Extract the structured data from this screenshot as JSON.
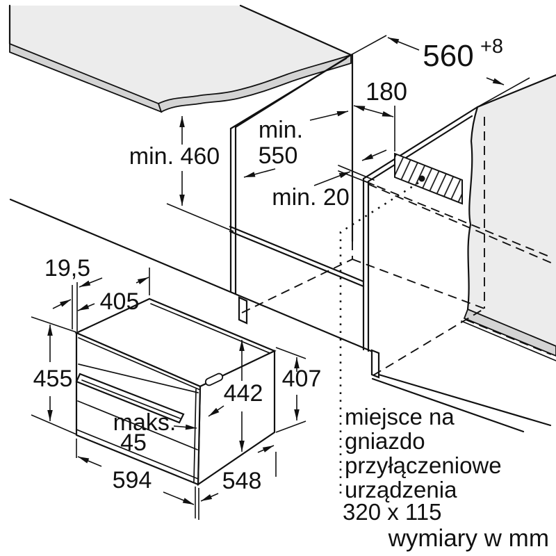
{
  "diagram": {
    "caption": "wymiary w mm",
    "connection_note": {
      "lines": [
        "miejsce na",
        "gniazdo",
        "przyłączeniowe",
        "urządzenia",
        "320 x 115"
      ]
    },
    "dimensions": {
      "niche_width": "560",
      "niche_width_tolerance": "+8",
      "socket_offset": "180",
      "cabinet_depth_prefix": "min.",
      "cabinet_depth": "550",
      "niche_height_clearance": "min. 460",
      "rear_gap": "min. 20",
      "front_overhang": "19,5",
      "top_depth": "405",
      "appliance_height": "455",
      "body_height": "442",
      "right_side_height": "407",
      "door_protrusion_prefix": "maks.",
      "door_protrusion": "45",
      "appliance_width": "594",
      "body_depth": "548"
    },
    "colors": {
      "line": "#111111",
      "surface": "#ececec",
      "edge_band": "#d4d4d4",
      "background": "#ffffff"
    }
  }
}
